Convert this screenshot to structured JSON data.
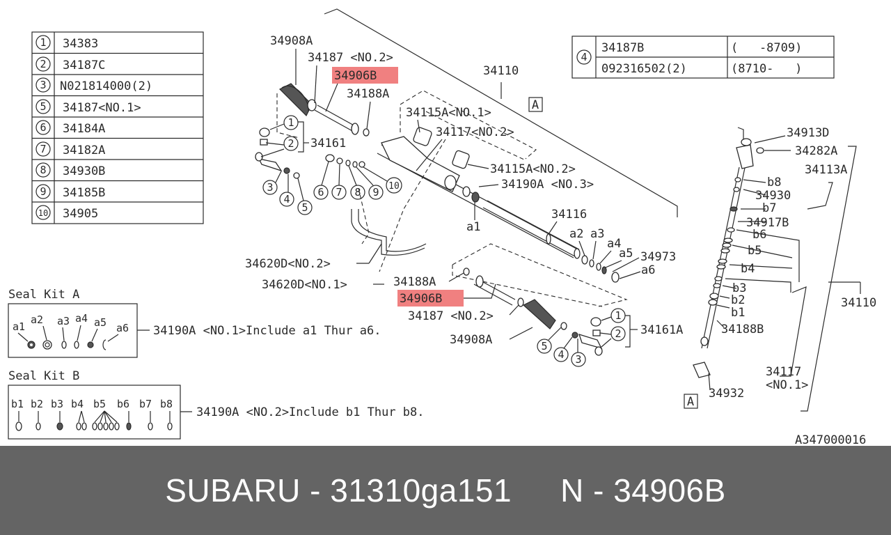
{
  "legend_table": [
    {
      "idx": "1",
      "part": "34383"
    },
    {
      "idx": "2",
      "part": "34187C"
    },
    {
      "idx": "3",
      "part": "N021814000(2)"
    },
    {
      "idx": "5",
      "part": "34187<NO.1>"
    },
    {
      "idx": "6",
      "part": "34184A"
    },
    {
      "idx": "7",
      "part": "34182A"
    },
    {
      "idx": "8",
      "part": "34930B"
    },
    {
      "idx": "9",
      "part": "34185B"
    },
    {
      "idx": "10",
      "part": "34905"
    }
  ],
  "table4": {
    "idx": "4",
    "rows": [
      {
        "part": "34187B",
        "range": "(   -8709)"
      },
      {
        "part": "092316502(2)",
        "range": "(8710-   )"
      }
    ]
  },
  "seal_kit_a": {
    "title": "Seal Kit A",
    "items": [
      "a1",
      "a2",
      "a3",
      "a4",
      "a5",
      "a6"
    ],
    "callout": "34190A <NO.1>Include a1 Thur a6."
  },
  "seal_kit_b": {
    "title": "Seal Kit B",
    "items": [
      "b1",
      "b2",
      "b3",
      "b4",
      "b5",
      "b6",
      "b7",
      "b8"
    ],
    "callout": "34190A <NO.2>Include b1 Thur b8."
  },
  "labels": {
    "l34908a_top": "34908A",
    "l34187_no2_top": "34187 <NO.2>",
    "l34906b_top": "34906B",
    "l34188a_top": "34188A",
    "l34110_top": "34110",
    "l34115a_no1": "34115A<NO.1>",
    "l34117_no2": "34117<NO.2>",
    "l34161": "34161",
    "l34115a_no2": "34115A<NO.2>",
    "l34190a_no3": "34190A <NO.3>",
    "l34116": "34116",
    "la1": "a1",
    "la2": "a2",
    "la3": "a3",
    "la4": "a4",
    "la5": "a5",
    "la6": "a6",
    "l34973": "34973",
    "l34620d_no2": "34620D<NO.2>",
    "l34620d_no1": "34620D<NO.1>",
    "l34188a_bottom": "34188A",
    "l34906b_bottom": "34906B",
    "l34187_no2_bottom": "34187 <NO.2>",
    "l34908a_bottom": "34908A",
    "l34161a": "34161A",
    "l34913d": "34913D",
    "l34282a": "34282A",
    "l34113a": "34113A",
    "lb8": "b8",
    "l34930": "34930",
    "lb7": "b7",
    "l34917b": "34917B",
    "lb6": "b6",
    "lb5": "b5",
    "lb4": "b4",
    "lb3": "b3",
    "lb2": "b2",
    "lb1": "b1",
    "l34188b": "34188B",
    "l34110_right": "34110",
    "l34117": "34117",
    "l34117_no1": "<NO.1>",
    "l34932": "34932",
    "markA_top": "A",
    "markA_bottom": "A",
    "ref_code": "A347000016"
  },
  "callouts": {
    "c1": "1",
    "c2": "2",
    "c3": "3",
    "c4": "4",
    "c5": "5",
    "c6": "6",
    "c7": "7",
    "c8": "8",
    "c9": "9",
    "c10": "10",
    "c1b": "1",
    "c2b": "2",
    "c3b": "3",
    "c4b": "4",
    "c5b": "5"
  },
  "colors": {
    "highlight": "#f08080",
    "footer_bg": "#646464",
    "footer_text": "#ffffff",
    "ink": "#2a2a2a"
  },
  "footer": {
    "left": "SUBARU - 31310ga151",
    "right": "N - 34906B"
  }
}
